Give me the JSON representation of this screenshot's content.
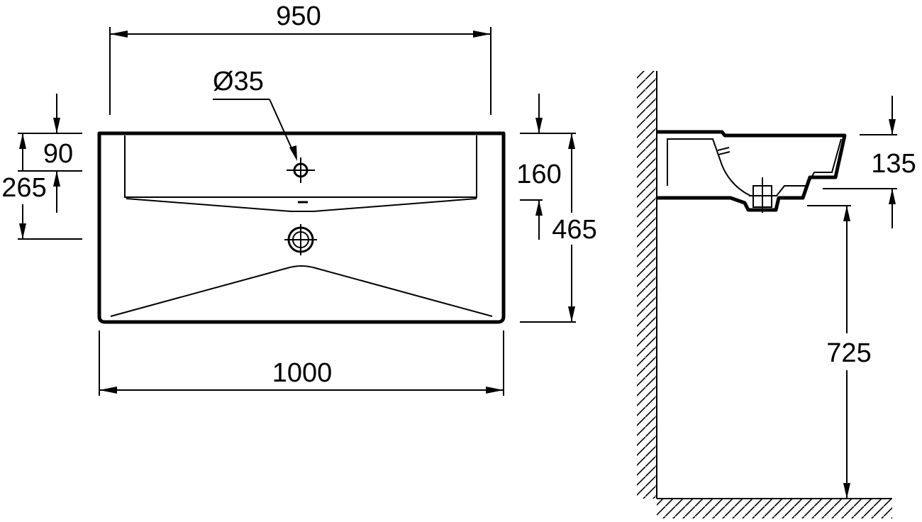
{
  "dimensions": {
    "top_width": "950",
    "tap_hole": "Ø35",
    "tap_offset": "90",
    "drain_offset": "265",
    "rim_depth": "160",
    "total_depth": "465",
    "total_width": "1000",
    "basin_height": "135",
    "mount_height": "725"
  },
  "colors": {
    "line": "#000000",
    "background": "#ffffff"
  }
}
